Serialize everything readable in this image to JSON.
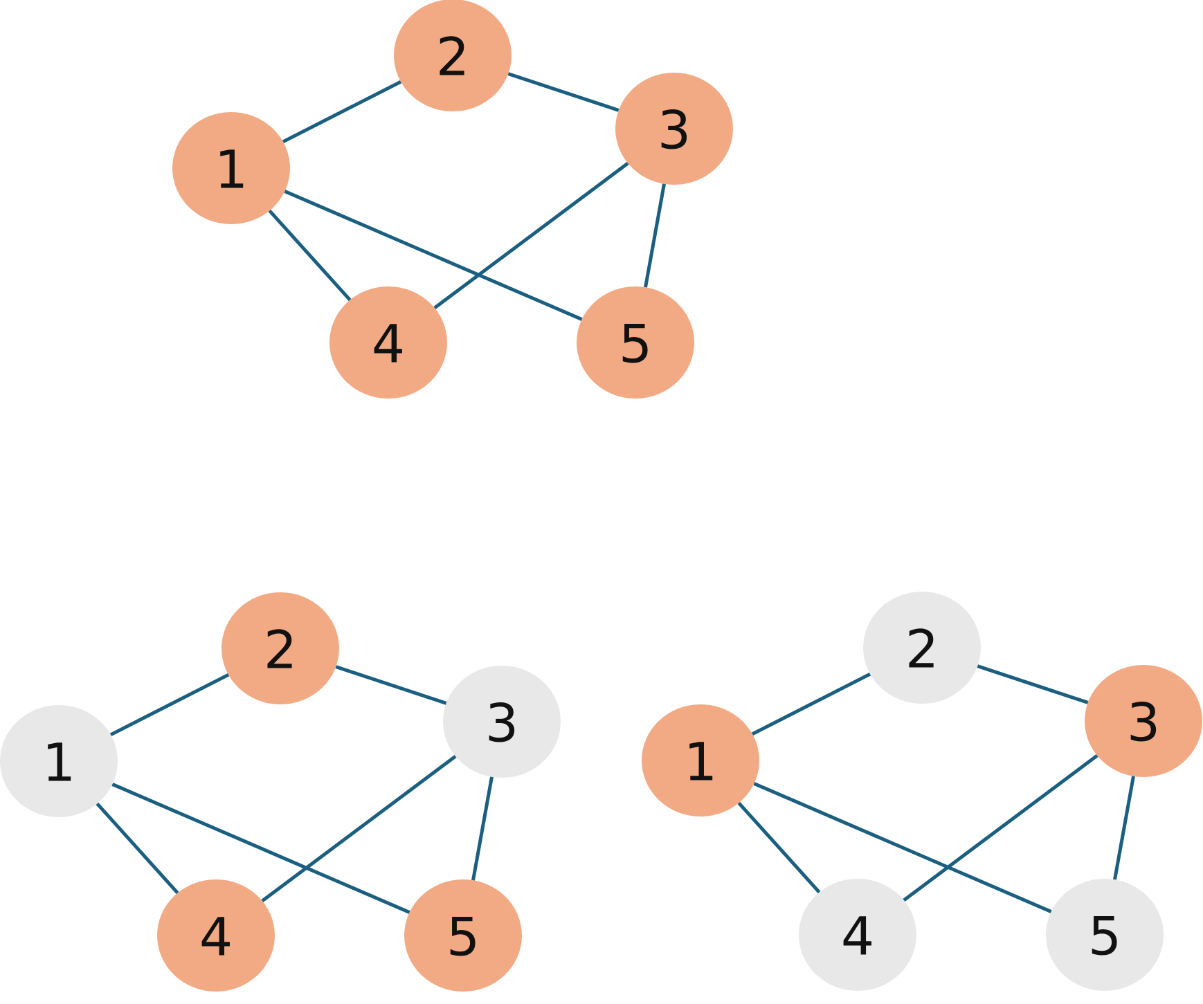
{
  "colors": {
    "edge": "#1b5f80",
    "selected": "#f2aa84",
    "unselected": "#e8e8e8",
    "label": "#111111"
  },
  "graphs": [
    {
      "id": "full",
      "nodes": [
        {
          "label": "1",
          "state": "selected"
        },
        {
          "label": "2",
          "state": "selected"
        },
        {
          "label": "3",
          "state": "selected"
        },
        {
          "label": "4",
          "state": "selected"
        },
        {
          "label": "5",
          "state": "selected"
        }
      ]
    },
    {
      "id": "partition-a",
      "nodes": [
        {
          "label": "1",
          "state": "unselected"
        },
        {
          "label": "2",
          "state": "selected"
        },
        {
          "label": "3",
          "state": "unselected"
        },
        {
          "label": "4",
          "state": "selected"
        },
        {
          "label": "5",
          "state": "selected"
        }
      ]
    },
    {
      "id": "partition-b",
      "nodes": [
        {
          "label": "1",
          "state": "selected"
        },
        {
          "label": "2",
          "state": "unselected"
        },
        {
          "label": "3",
          "state": "selected"
        },
        {
          "label": "4",
          "state": "unselected"
        },
        {
          "label": "5",
          "state": "unselected"
        }
      ]
    }
  ],
  "edges": [
    [
      "1",
      "2"
    ],
    [
      "2",
      "3"
    ],
    [
      "1",
      "4"
    ],
    [
      "1",
      "5"
    ],
    [
      "3",
      "4"
    ],
    [
      "3",
      "5"
    ]
  ]
}
